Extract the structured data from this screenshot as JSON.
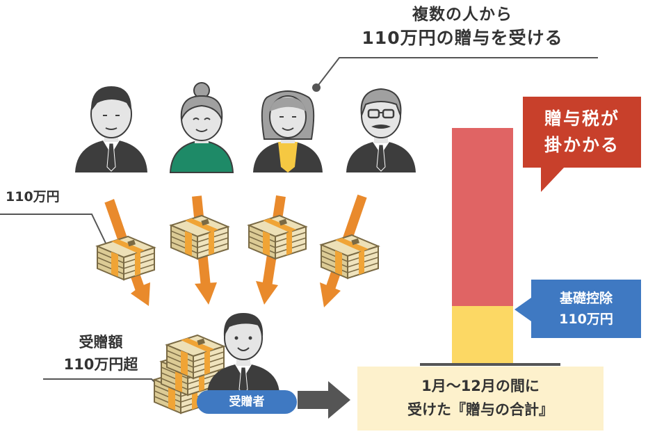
{
  "heading": {
    "line1": "複数の人から",
    "line2": "110万円の贈与を受ける"
  },
  "gift_label": "110万円",
  "received_label": {
    "line1": "受贈額",
    "line2": "110万円超"
  },
  "recipient_badge": "受贈者",
  "total_box": {
    "line1": "1月～12月の間に",
    "line2": "受けた『贈与の合計』"
  },
  "tax_callout": {
    "line1": "贈与税が",
    "line2": "掛かかる"
  },
  "deduction_callout": {
    "line1": "基礎控除",
    "line2": "110万円"
  },
  "givers": [
    {
      "name": "man-with-tie"
    },
    {
      "name": "woman-with-bun"
    },
    {
      "name": "woman-with-blouse"
    },
    {
      "name": "man-with-glasses"
    }
  ],
  "colors": {
    "tax_bar": "#e06464",
    "deduction_bar": "#fcd864",
    "tax_callout": "#c8402b",
    "deduction_callout": "#3f79c2",
    "arrow": "#e98a2c",
    "total_box": "#fdf1cc",
    "money": "#ede0b7",
    "band": "#f0a436"
  }
}
